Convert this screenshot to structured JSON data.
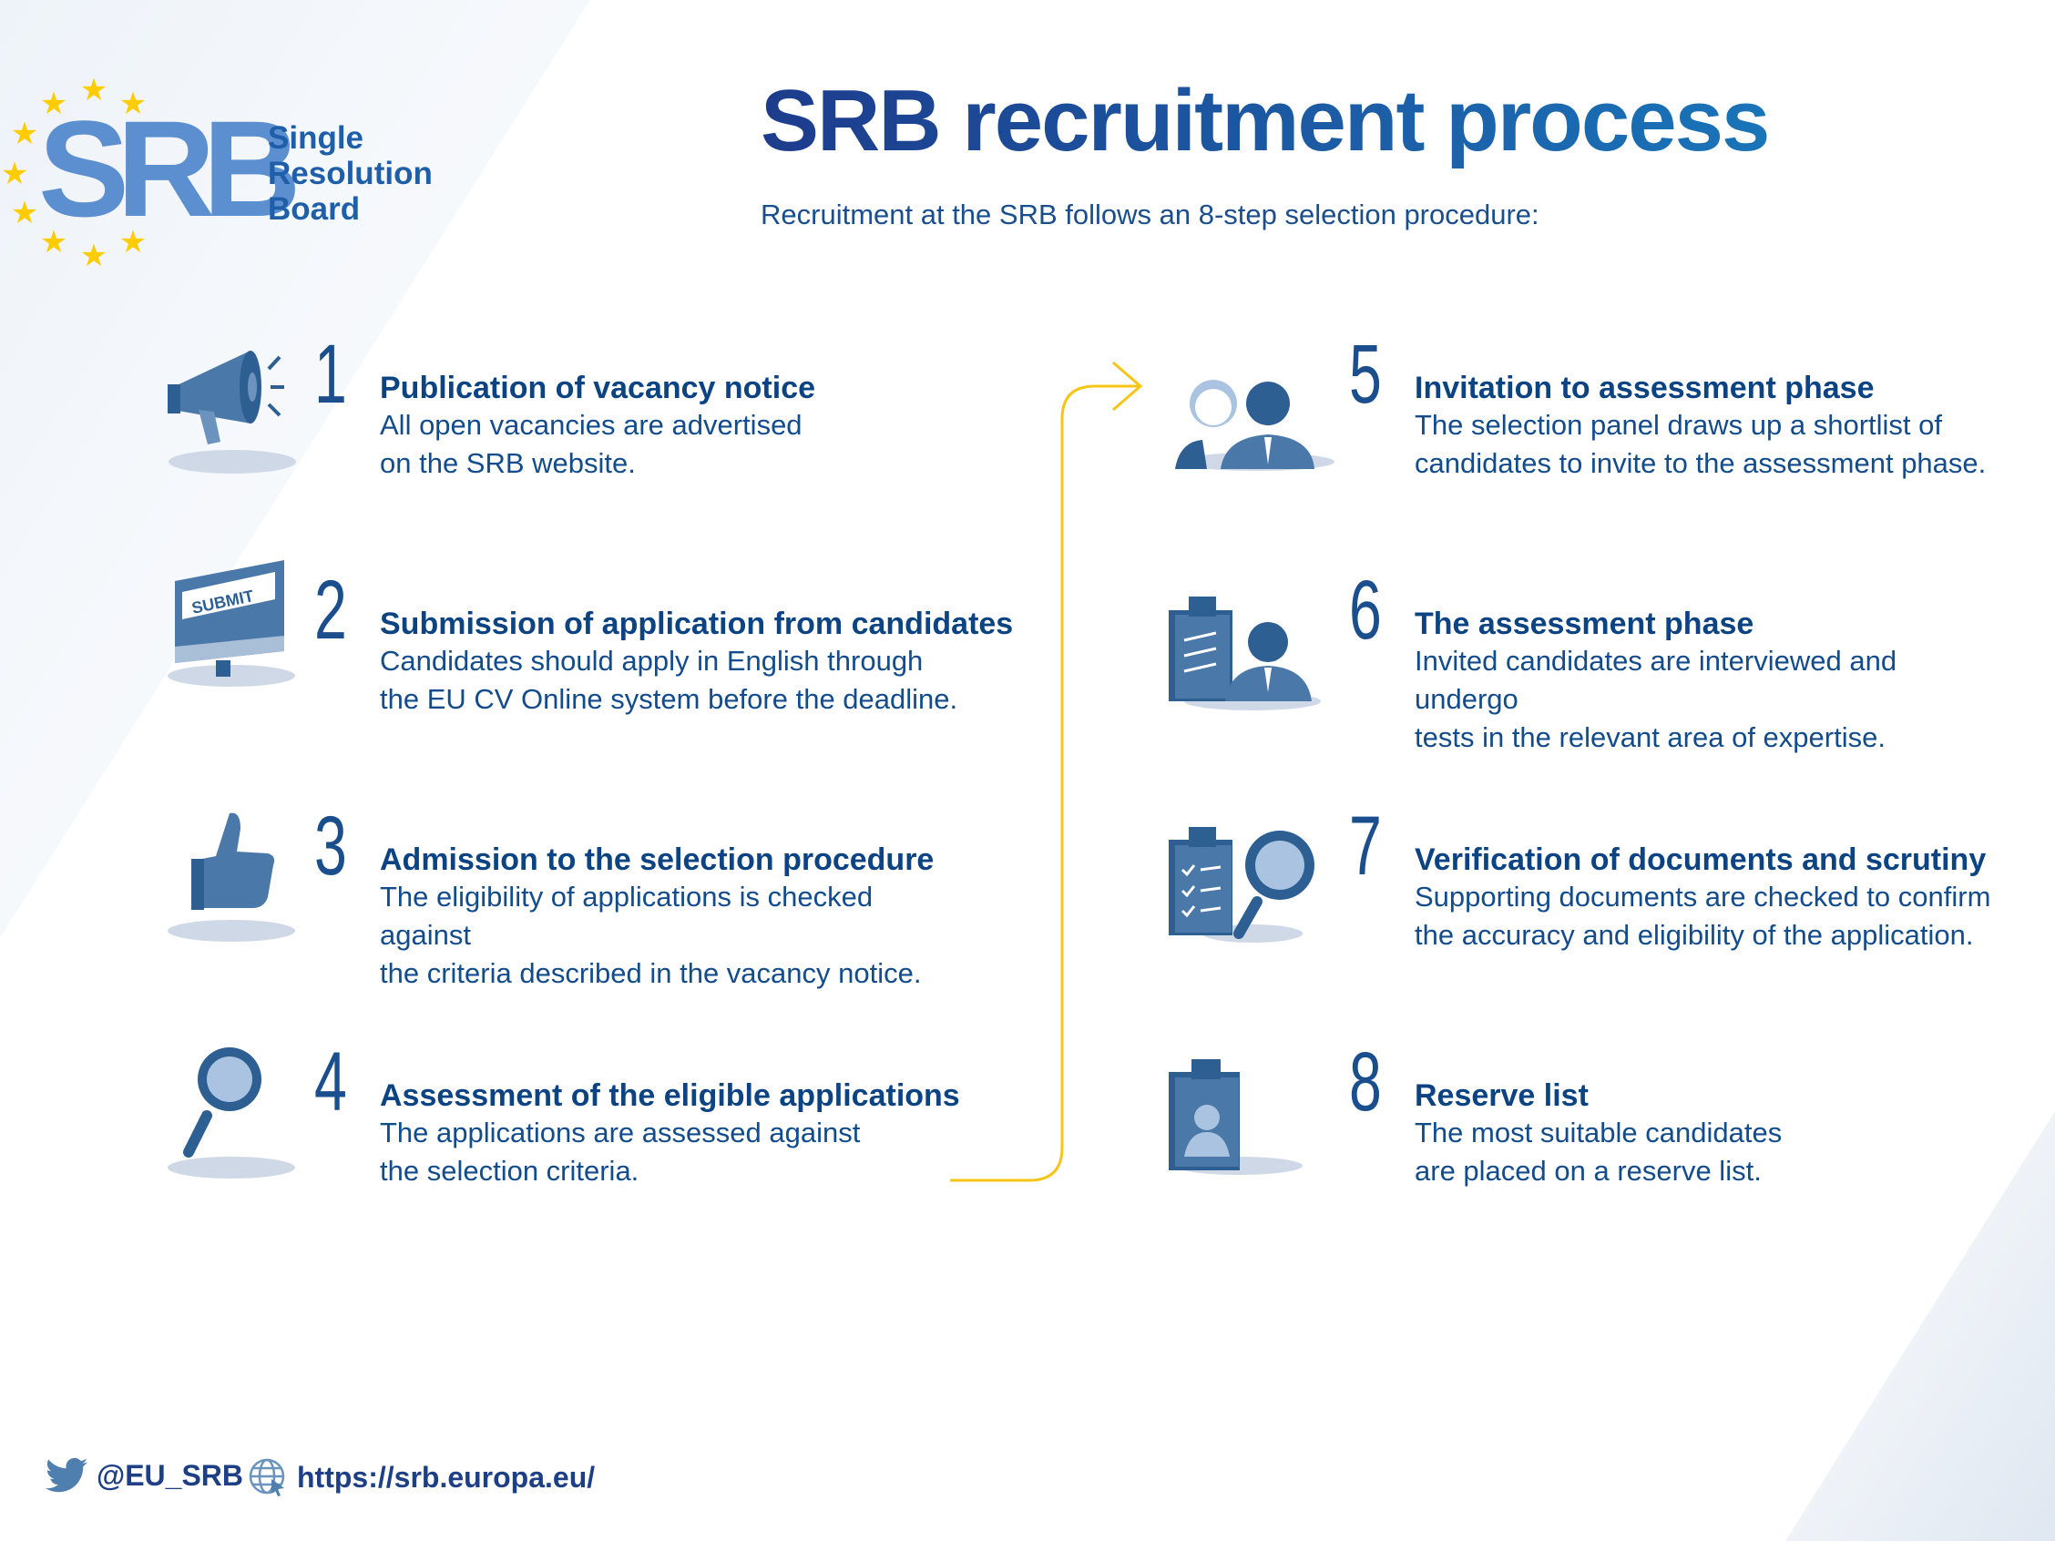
{
  "logo": {
    "letters": "SRB",
    "line1": "Single",
    "line2": "Resolution",
    "line3": "Board"
  },
  "header": {
    "title": "SRB recruitment process",
    "subtitle": "Recruitment at the SRB follows an 8-step selection procedure:"
  },
  "steps": [
    {
      "number": "1",
      "title": "Publication of vacancy notice",
      "body": "All open vacancies are advertised\non the SRB website.",
      "icon": "megaphone-icon"
    },
    {
      "number": "2",
      "title": "Submission of application from candidates",
      "body": "Candidates should apply in English through\nthe EU CV Online system before the deadline.",
      "icon": "monitor-submit-icon",
      "icon_text": "SUBMIT"
    },
    {
      "number": "3",
      "title": "Admission to the selection procedure",
      "body": "The eligibility of applications is checked against\nthe criteria described in the vacancy notice.",
      "icon": "thumbs-up-icon"
    },
    {
      "number": "4",
      "title": "Assessment of the eligible applications",
      "body": "The applications are assessed against\nthe selection criteria.",
      "icon": "magnifier-icon"
    },
    {
      "number": "5",
      "title": "Invitation to assessment phase",
      "body": "The selection panel draws up a shortlist of\ncandidates to invite to the assessment phase.",
      "icon": "candidates-icon"
    },
    {
      "number": "6",
      "title": "The assessment phase",
      "body": "Invited candidates are interviewed and undergo\ntests in the relevant area of expertise.",
      "icon": "clipboard-person-icon"
    },
    {
      "number": "7",
      "title": "Verification of documents and scrutiny",
      "body": "Supporting documents are checked to confirm\nthe accuracy and eligibility of the application.",
      "icon": "checklist-magnifier-icon"
    },
    {
      "number": "8",
      "title": "Reserve list",
      "body": "The most suitable candidates\nare placed on a reserve list.",
      "icon": "badge-icon"
    }
  ],
  "footer": {
    "twitter": "@EU_SRB",
    "website": "https://srb.europa.eu/"
  },
  "colors": {
    "primary": "#0c4383",
    "icon": "#4a78a8",
    "accent": "#f5c518",
    "star": "#ffcc00"
  }
}
